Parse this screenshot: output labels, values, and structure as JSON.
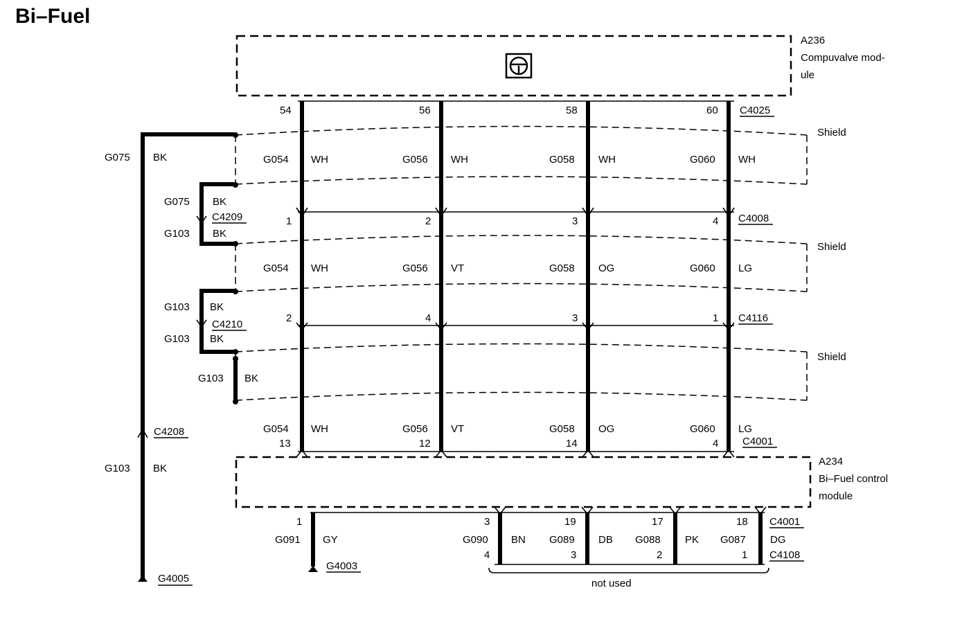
{
  "title": "Bi–Fuel",
  "top_module": {
    "id": "A236",
    "name_line1": "Compuvalve mod-",
    "name_line2": "ule",
    "symbol": "steering-wheel-icon"
  },
  "bottom_module": {
    "id": "A234",
    "name_line1": "Bi–Fuel control",
    "name_line2": "module"
  },
  "connectors": {
    "c4025": "C4025",
    "c4008": "C4008",
    "c4116": "C4116",
    "c4001_top": "C4001",
    "c4001_bottom": "C4001",
    "c4108": "C4108",
    "c4209": "C4209",
    "c4210": "C4210",
    "c4208": "C4208"
  },
  "shield_label": "Shield",
  "pins": {
    "top": [
      "54",
      "56",
      "58",
      "60"
    ],
    "c4008": [
      "1",
      "2",
      "3",
      "4"
    ],
    "c4116": [
      "2",
      "4",
      "3",
      "1"
    ],
    "c4001": [
      "13",
      "12",
      "14",
      "4"
    ]
  },
  "circuits": [
    "G054",
    "G056",
    "G058",
    "G060"
  ],
  "colors_row1": [
    "WH",
    "WH",
    "WH",
    "WH"
  ],
  "colors_row2": [
    "WH",
    "VT",
    "OG",
    "LG"
  ],
  "colors_row3": [
    "WH",
    "VT",
    "OG",
    "LG"
  ],
  "ground_wires": {
    "g075": "G075",
    "g103": "G103",
    "bk": "BK",
    "g4005": "G4005",
    "g4003": "G4003"
  },
  "bottom_wires": {
    "g091": {
      "circuit": "G091",
      "color": "GY",
      "pin": "1"
    },
    "g090": {
      "circuit": "G090",
      "color": "BN",
      "pin_top": "3",
      "pin_bottom": "4"
    },
    "g089": {
      "circuit": "G089",
      "color": "DB",
      "pin_top": "19",
      "pin_bottom": "3"
    },
    "g088": {
      "circuit": "G088",
      "color": "PK",
      "pin_top": "17",
      "pin_bottom": "2"
    },
    "g087": {
      "circuit": "G087",
      "color": "DG",
      "pin_top": "18",
      "pin_bottom": "1"
    }
  },
  "not_used": "not used"
}
